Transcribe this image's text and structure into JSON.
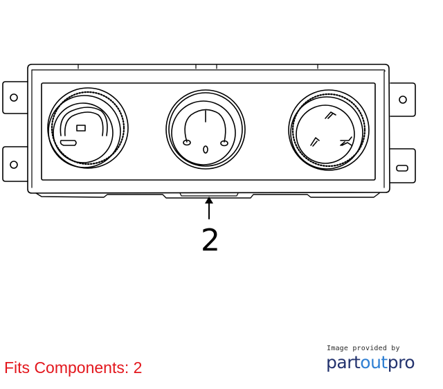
{
  "diagram": {
    "callout_number": "2"
  },
  "footer": {
    "fits_text": "Fits Components: 2",
    "credit_caption": "Image provided by",
    "brand_part": "part",
    "brand_out": "out",
    "brand_pro": "pro"
  },
  "colors": {
    "line": "#000000",
    "fits_red": "#e3161c",
    "brand_navy": "#23336e",
    "brand_blue": "#2e7fd3"
  }
}
